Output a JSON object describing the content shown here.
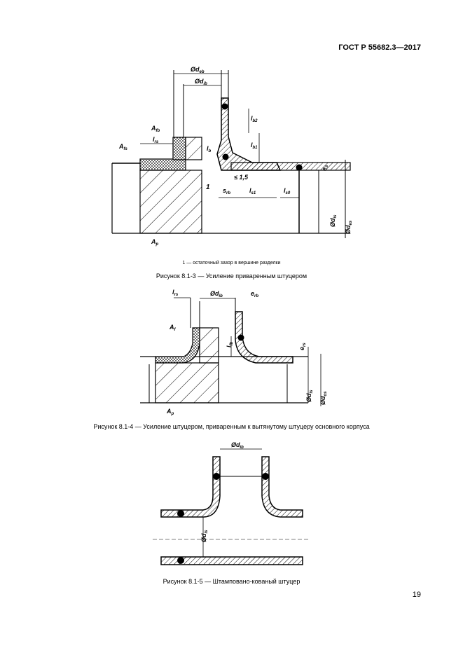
{
  "header": {
    "standard": "ГОСТ Р 55682.3—2017"
  },
  "figure_1": {
    "labels": {
      "d_eb": "Ød",
      "d_eb_sub": "eb",
      "d_ib": "Ød",
      "d_ib_sub": "ib",
      "A_fb": "A",
      "A_fb_sub": "fb",
      "A_fs": "A",
      "A_fs_sub": "fs",
      "l_rs": "l",
      "l_rs_sub": "rs",
      "l_b": "l",
      "l_b_sub": "b",
      "l_b2": "l",
      "l_b2_sub": "b2",
      "l_b1": "l",
      "l_b1_sub": "b1",
      "le15": "≤ 1,5",
      "one": "1",
      "s_rb": "s",
      "s_rb_sub": "rb",
      "l_s1": "l",
      "l_s1_sub": "s1",
      "l_s0": "l",
      "l_s0_sub": "s0",
      "e_s": "e",
      "e_s_sub": "s",
      "d_is": "Ød",
      "d_is_sub": "is",
      "d_eb_r": "Ød",
      "d_eb_r_sub": "es",
      "A_p": "A",
      "A_p_sub": "p"
    },
    "note": "1 — остаточный зазор в вершине разделки",
    "caption": "Рисунок 8.1-3 — Усиление приваренным штуцером"
  },
  "figure_2": {
    "labels": {
      "l_rs": "l",
      "l_rs_sub": "rs",
      "d_ib": "Ød",
      "d_ib_sub": "ib",
      "e_rb": "e",
      "e_rb_sub": "rb",
      "A_f": "A",
      "A_f_sub": "f",
      "l_fb": "l",
      "l_fb_sub": "fb",
      "e_rs": "e",
      "e_rs_sub": "rs",
      "d_is": "Ød",
      "d_is_sub": "is",
      "d_os": "Ød",
      "d_os_sub": "os",
      "A_p": "A",
      "A_p_sub": "p"
    },
    "caption": "Рисунок 8.1-4 — Усиление штуцером, приваренным к вытянутому штуцеру основного корпуса"
  },
  "figure_3": {
    "labels": {
      "d_ib": "Ød",
      "d_ib_sub": "ib",
      "d_is": "Ød",
      "d_is_sub": "is"
    },
    "caption": "Рисунок 8.1-5 — Штамповано-кованый штуцер"
  },
  "page_number": "19"
}
